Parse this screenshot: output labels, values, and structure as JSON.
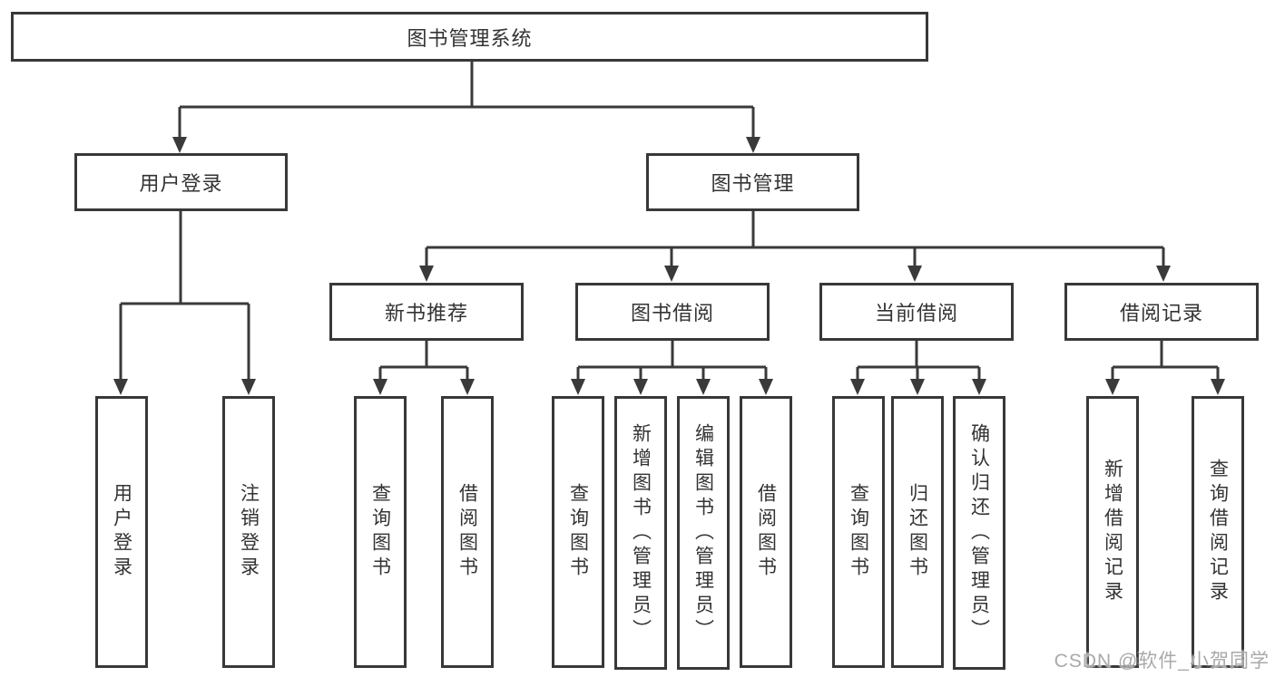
{
  "tree": {
    "root": "图书管理系统",
    "level2": [
      {
        "label": "用户登录",
        "children": [
          "用户登录",
          "注销登录"
        ]
      },
      {
        "label": "图书管理",
        "groups": [
          {
            "label": "新书推荐",
            "children": [
              "查询图书",
              "借阅图书"
            ]
          },
          {
            "label": "图书借阅",
            "children": [
              "查询图书",
              "新增图书（管理员）",
              "编辑图书（管理员）",
              "借阅图书"
            ]
          },
          {
            "label": "当前借阅",
            "children": [
              "查询图书",
              "归还图书",
              "确认归还（管理员）"
            ]
          },
          {
            "label": "借阅记录",
            "children": [
              "新增借阅记录",
              "查询借阅记录"
            ]
          }
        ]
      }
    ]
  },
  "watermark": "CSDN @软件_小贺同学",
  "colors": {
    "line": "#3a3a3a",
    "box_border": "#383838",
    "text": "#333333",
    "watermark": "#a9a9a9",
    "background": "#ffffff"
  }
}
